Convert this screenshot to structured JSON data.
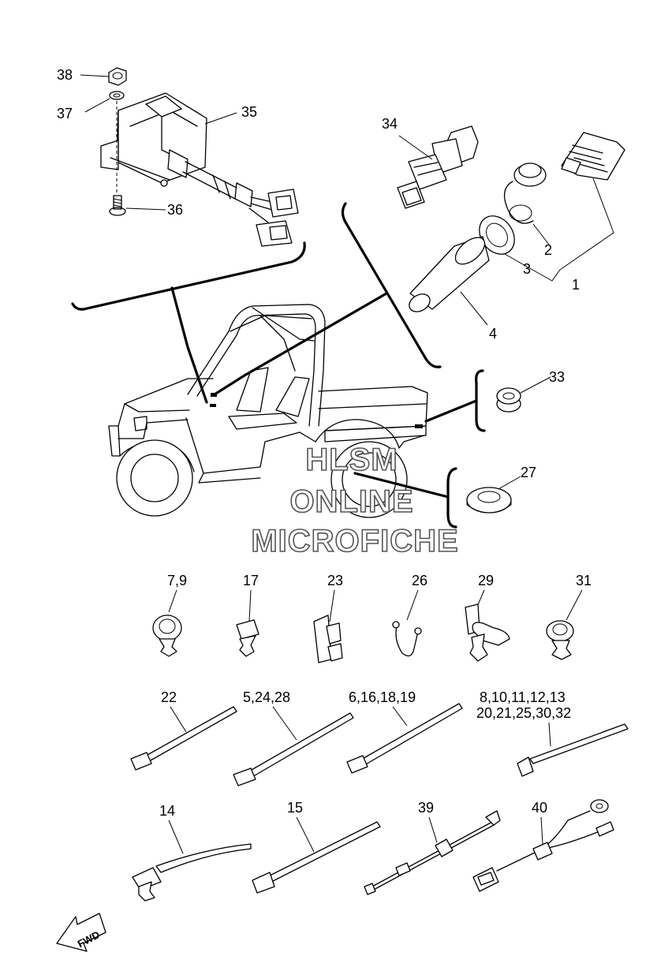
{
  "callouts": {
    "c38": "38",
    "c37": "37",
    "c35": "35",
    "c36": "36",
    "c34": "34",
    "c1": "1",
    "c2": "2",
    "c3": "3",
    "c4": "4",
    "c33": "33",
    "c27": "27",
    "c7_9": "7,9",
    "c17": "17",
    "c23": "23",
    "c26": "26",
    "c29": "29",
    "c31": "31",
    "c22": "22",
    "c5_24_28": "5,24,28",
    "c6_16_18_19": "6,16,18,19",
    "c8_13": "8,10,11,12,13",
    "c20_32": "20,21,25,30,32",
    "c14": "14",
    "c15": "15",
    "c39": "39",
    "c40": "40"
  },
  "watermark": {
    "line1": "HLSM",
    "line2": "ONLINE",
    "line3": "MICROFICHE"
  },
  "direction_arrow": {
    "label": "FWD"
  }
}
